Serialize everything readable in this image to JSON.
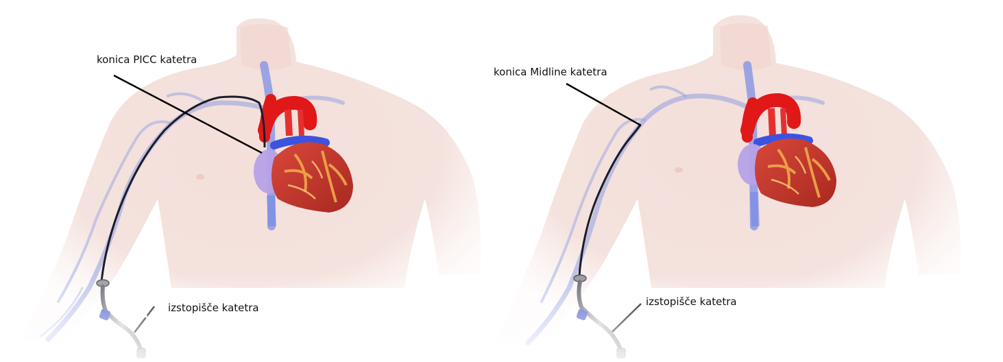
{
  "panels": [
    {
      "id": "picc",
      "tip_label": "konica PICC katetra",
      "exit_label": "izstopišče katetra"
    },
    {
      "id": "midline",
      "tip_label": "konica Midline katetra",
      "exit_label": "izstopišče katetra"
    }
  ],
  "colors": {
    "skin": "#f3dcd6",
    "vein": "#8f9ee0",
    "vena_cava": "#6f86e8",
    "aorta": "#e01818",
    "heart_muscle": "#c8382c",
    "heart_fat": "#f0a84a",
    "atrium": "#b6a2e8",
    "catheter": "#1b1b2a",
    "hub": "#8a8a96",
    "clamp": "#4c5ec8",
    "leader_line": "#000000"
  }
}
